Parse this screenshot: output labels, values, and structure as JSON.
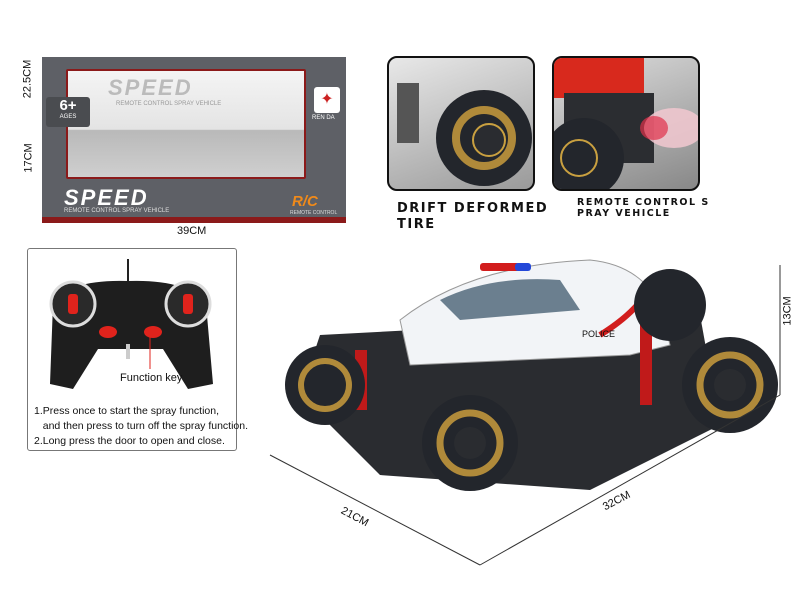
{
  "package": {
    "brand": "SPEED",
    "subtitle": "REMOTE CONTROL SPRAY VEHICLE",
    "age_badge": "6+",
    "age_label": "AGES",
    "maker": "REN DA",
    "rc_badge": "R/C",
    "rc_sub": "REMOTE CONTROL",
    "dims": {
      "height": "22.5CM",
      "depth": "17CM",
      "width": "39CM"
    }
  },
  "features": [
    {
      "caption": "DRIFT DEFORMED\nTIRE"
    },
    {
      "caption": "REMOTE CONTROL S\nPRAY VEHICLE"
    }
  ],
  "remote": {
    "function_key_label": "Function key",
    "instructions": "1.Press once to start the spray function,\n   and then press to turn off the spray function.\n2.Long press the door to open and close.",
    "colors": {
      "body": "#1e1e1e",
      "buttons": "#e0231c"
    }
  },
  "car": {
    "door_text": "POLICE",
    "dims": {
      "height": "13CM",
      "length": "32CM",
      "width": "21CM"
    },
    "colors": {
      "body": "#f2f4f7",
      "chassis": "#2a2c30",
      "accent": "#d21d1d",
      "wheel_trim": "#b08a3a"
    }
  }
}
